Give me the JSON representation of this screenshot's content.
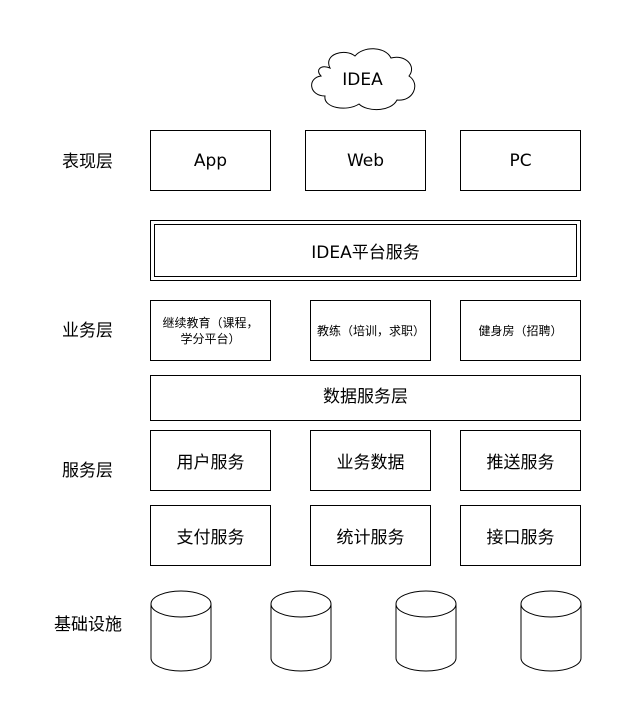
{
  "cloud": {
    "label": "IDEA"
  },
  "layers": {
    "presentation": "表现层",
    "business": "业务层",
    "service": "服务层",
    "infrastructure": "基础设施"
  },
  "presentation_boxes": [
    "App",
    "Web",
    "PC"
  ],
  "platform": {
    "label": "IDEA平台服务"
  },
  "business_boxes": [
    "继续教育（课程，学分平台）",
    "教练（培训，求职）",
    "健身房（招聘）"
  ],
  "data_service_layer": {
    "label": "数据服务层"
  },
  "service_row1": [
    "用户服务",
    "业务数据",
    "推送服务"
  ],
  "service_row2": [
    "支付服务",
    "统计服务",
    "接口服务"
  ],
  "databases": {
    "count": 4
  }
}
